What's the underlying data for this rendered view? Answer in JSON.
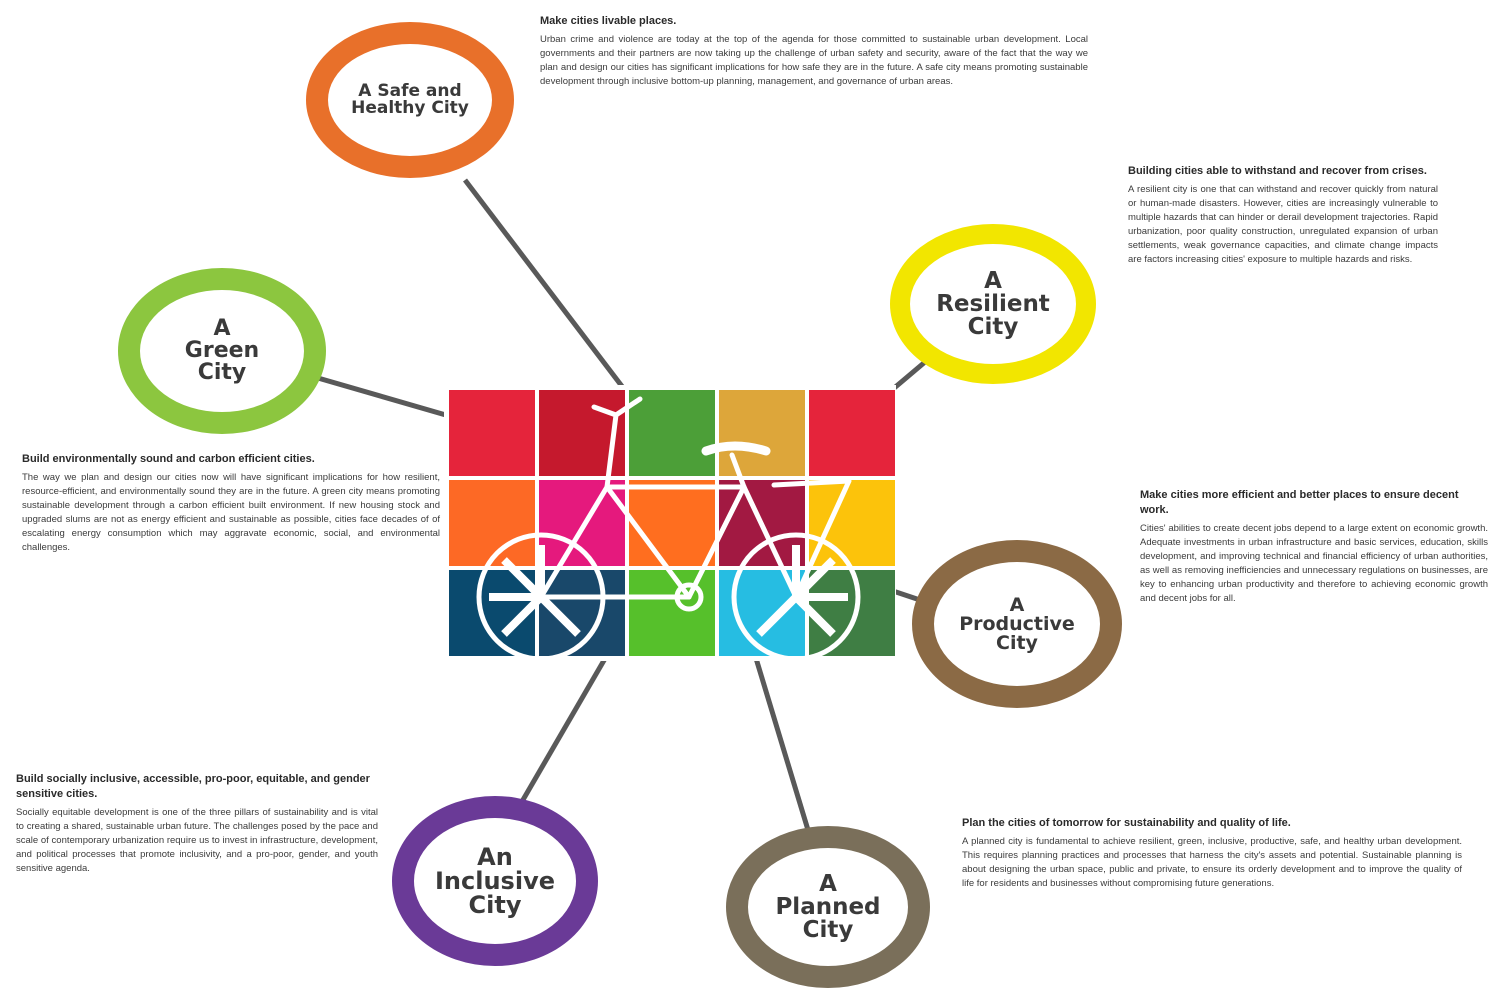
{
  "nodes": {
    "safe": {
      "title": "A Safe and\nHealthy City",
      "color": "#e8702a"
    },
    "green": {
      "title": "A\nGreen\nCity",
      "color": "#8cc63f"
    },
    "resilient": {
      "title": "A\nResilient\nCity",
      "color": "#f2e600"
    },
    "productive": {
      "title": "A\nProductive\nCity",
      "color": "#8b6a45"
    },
    "inclusive": {
      "title": "An\nInclusive\nCity",
      "color": "#6a3a97"
    },
    "planned": {
      "title": "A\nPlanned\nCity",
      "color": "#7a6f5a"
    }
  },
  "blurbs": {
    "safe": {
      "heading": "Make cities livable places.",
      "body": "Urban crime and violence are today at the top of the agenda for those committed to sustainable urban development. Local governments and their partners are now taking up the challenge of urban safety and security, aware of the fact that the way we plan and design our cities has significant implications for how safe they are in the future. A safe city means promoting sustainable development through inclusive bottom-up planning, management, and governance of urban areas."
    },
    "resilient": {
      "heading": "Building cities able to withstand and recover from crises.",
      "body": "A resilient city is one that can withstand and recover quickly from natural or human-made disasters. However, cities are increasingly vulnerable to multiple hazards that can hinder or derail development trajectories. Rapid urbanization, poor quality construction, unregulated expansion of urban settlements, weak governance capacities, and climate change impacts are factors increasing cities' exposure to multiple hazards and risks."
    },
    "green": {
      "heading": "Build environmentally sound and carbon efficient cities.",
      "body": "The way we plan and design our cities now will have significant implications for how resilient, resource-efficient, and environmentally sound they are in the future. A green city means promoting sustainable development through a carbon efficient built environment. If new housing stock and upgraded slums are not as energy efficient and sustainable as possible, cities face decades of of escalating energy consumption which may aggravate economic, social, and environmental challenges."
    },
    "productive": {
      "heading": "Make cities more efficient and better places to ensure decent work.",
      "body": "Cities' abilities to create decent jobs depend to a large extent on economic growth. Adequate investments in urban infrastructure and basic services, education, skills development, and improving technical and financial efficiency of urban authorities, as well as removing inefficiencies and unnecessary regulations on businesses, are key to enhancing urban productivity and therefore to achieving economic growth and decent jobs for all."
    },
    "inclusive": {
      "heading": "Build socially inclusive, accessible, pro-poor, equitable, and gender sensitive cities.",
      "body": "Socially equitable development is one of the three pillars of sustainability and is vital to creating a shared, sustainable urban future. The challenges posed by the pace and scale of contemporary urbanization require us to invest in infrastructure, development, and political processes that promote inclusivity, and a pro-poor, gender, and youth sensitive agenda."
    },
    "planned": {
      "heading": "Plan the cities of tomorrow for sustainability and quality of life.",
      "body": "A planned city is fundamental to achieve resilient, green, inclusive, productive, safe, and healthy urban development. This requires planning practices and processes that harness the city's assets and potential. Sustainable planning is about designing the urban space, public and private, to ensure its orderly development and to improve the quality of life for residents and businesses without compromising future generations."
    }
  },
  "colors": {
    "line": "#595959",
    "tiles": [
      "#e5243b",
      "#c5192d",
      "#4c9f38",
      "#dda63a",
      "#e5243b",
      "#fd6925",
      "#e5197d",
      "#ff6e1f",
      "#a21942",
      "#fcc30b",
      "#0a4a6e",
      "#19486a",
      "#56c02b",
      "#26bde2",
      "#3f7e44"
    ],
    "bike": "#ffffff"
  }
}
